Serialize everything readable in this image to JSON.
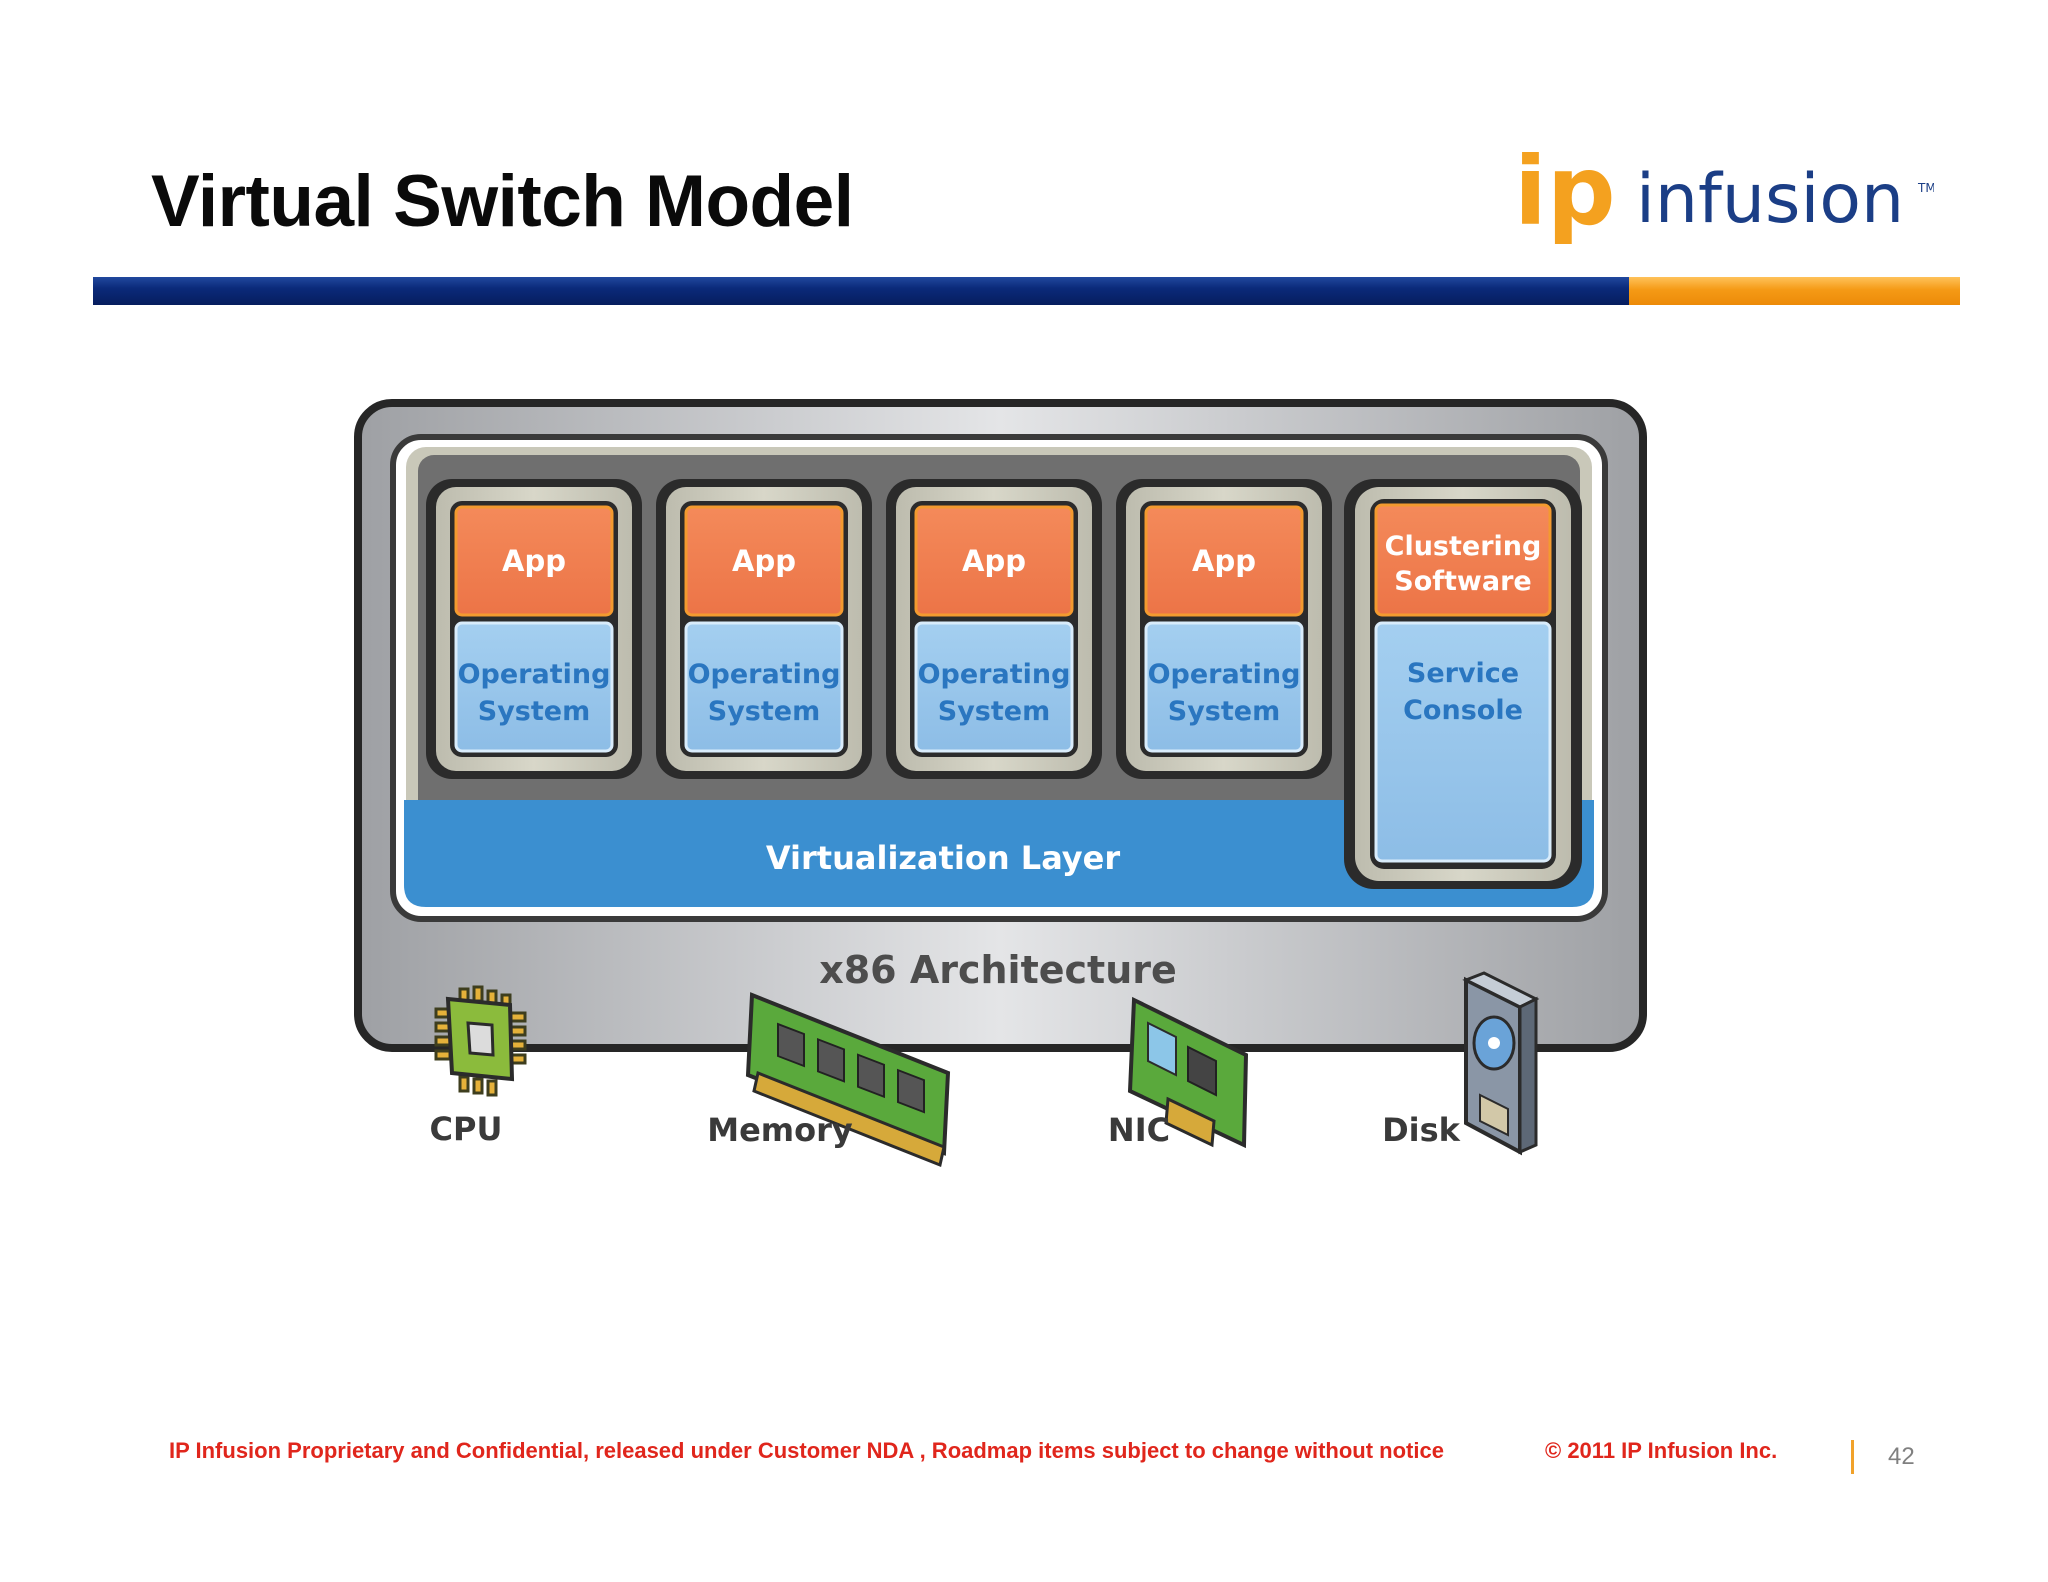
{
  "slide": {
    "title": "Virtual Switch Model",
    "page_number": "42"
  },
  "logo": {
    "part1": "ip",
    "part2": "infusion",
    "trademark": "TM"
  },
  "colors": {
    "title": "#0a0a0a",
    "bar_blue": "#0b2a7a",
    "bar_orange": "#f59a16",
    "app_orange": "#f07f4f",
    "os_blue": "#9ac7ea",
    "virtualization_blue": "#3b8fd0",
    "footer_red": "#e0261c",
    "logo_orange": "#f4a11f",
    "logo_navy": "#1b3e86"
  },
  "diagram": {
    "vms": [
      {
        "app": [
          "App"
        ],
        "os": [
          "Operating",
          "System"
        ]
      },
      {
        "app": [
          "App"
        ],
        "os": [
          "Operating",
          "System"
        ]
      },
      {
        "app": [
          "App"
        ],
        "os": [
          "Operating",
          "System"
        ]
      },
      {
        "app": [
          "App"
        ],
        "os": [
          "Operating",
          "System"
        ]
      }
    ],
    "service_vm": {
      "top": [
        "Clustering",
        "Software"
      ],
      "bottom": [
        "Service",
        "Console"
      ]
    },
    "virtualization_layer": "Virtualization Layer",
    "architecture": "x86 Architecture",
    "hardware": [
      {
        "label": "CPU",
        "icon": "cpu-chip-icon"
      },
      {
        "label": "Memory",
        "icon": "memory-module-icon"
      },
      {
        "label": "NIC",
        "icon": "network-card-icon"
      },
      {
        "label": "Disk",
        "icon": "hard-disk-icon"
      }
    ]
  },
  "footer": {
    "note": "IP Infusion Proprietary and Confidential, released under Customer NDA , Roadmap items subject to change without notice",
    "copyright": "© 2011 IP Infusion Inc."
  }
}
